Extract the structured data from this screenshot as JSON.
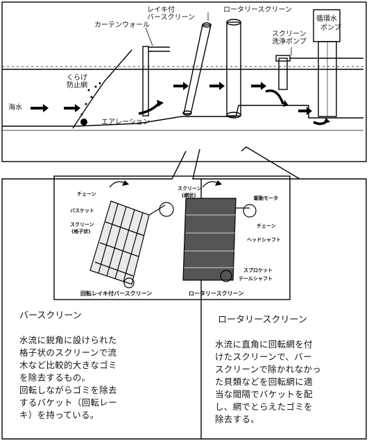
{
  "top": {
    "curtain_wall": "カーテンウォール",
    "bar_screen_line1": "レイキ付",
    "bar_screen_line2": "バースクリーン",
    "rotary_screen": "ロータリースクリーン",
    "pump_line1": "循環水",
    "pump_line2": "ポンプ",
    "wash_line1": "スクリーン",
    "wash_line2": "洗浄ポンプ",
    "jelly_line1": "くらげ",
    "jelly_line2": "防止網",
    "seawater": "海水",
    "aeration": "エアレーション"
  },
  "photo": {
    "bar_labels": [
      "チェーン",
      "バスケット",
      "スクリーン",
      "(格子状)"
    ],
    "rot_labels": [
      "スクリーン",
      "(網状)",
      "駆動モータ",
      "チェーン",
      "ヘッドシャフト",
      "スプロケット",
      "テールシャフト"
    ],
    "bar_caption": "回転レイキ付バースクリーン",
    "rot_caption": "ロータリースクリーン"
  },
  "left": {
    "title": "バースクリーン",
    "lines": [
      "水流に鋭角に設けられた",
      "格子状のスクリーンで流",
      "木など比較的大きなゴミ",
      "を除去するもの。",
      "回転しながらゴミを除去",
      "するバケット（回転レー",
      "キ）を持っている。"
    ]
  },
  "right": {
    "title": "ロータリースクリーン",
    "lines": [
      "水流に直角に回転網を付",
      "けたスクリーンで、バー",
      "スクリーンで除かれなかっ",
      "た貝類などを回転網に適",
      "当な間隔でバケットを配",
      "し、網でとらえたゴミを",
      "除去する。"
    ]
  }
}
